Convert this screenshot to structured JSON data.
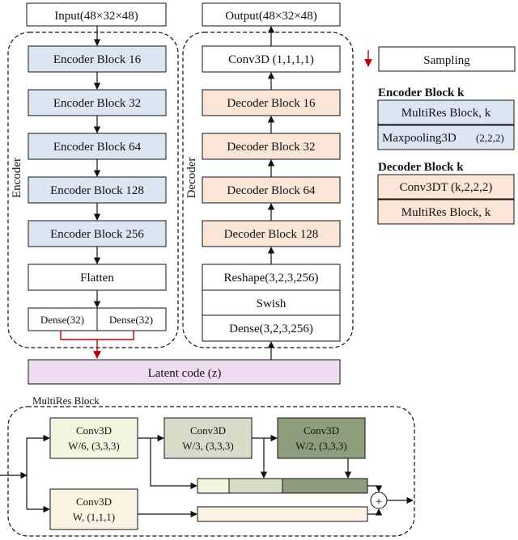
{
  "colors": {
    "encoder_fill": "#dce6f2",
    "decoder_fill": "#fbe5d6",
    "latent_fill": "#eedcf0",
    "conv_w6_fill": "#f2f5e0",
    "conv_w3_fill": "#d6dcc8",
    "conv_w2_fill": "#8e9e7c",
    "conv_w_fill": "#fdf3e3",
    "sampling_arrow": "#c00000",
    "line": "#111111"
  },
  "input": "Input(48×32×48)",
  "output": "Output(48×32×48)",
  "encoder": {
    "label": "Encoder",
    "blocks": [
      "Encoder Block 16",
      "Encoder Block 32",
      "Encoder Block 64",
      "Encoder Block 128",
      "Encoder Block 256"
    ],
    "flatten": "Flatten",
    "dense_mu": "Dense(32)",
    "dense_sigma": "Dense(32)"
  },
  "decoder": {
    "label": "Decoder",
    "conv": "Conv3D (1,1,1,1)",
    "blocks": [
      "Decoder Block 16",
      "Decoder Block 32",
      "Decoder Block 64",
      "Decoder Block 128"
    ],
    "reshape": "Reshape(3,2,3,256)",
    "swish": "Swish",
    "dense": "Dense(3,2,3,256)"
  },
  "latent": "Latent code (z)",
  "legend": {
    "sampling": "Sampling",
    "encoder_title": "Encoder Block  k",
    "encoder_item1": "MultiRes Block, k",
    "encoder_item2_main": "Maxpooling3D",
    "encoder_item2_param": "(2,2,2)",
    "decoder_title": "Decoder Block  k",
    "decoder_item1": "Conv3DT (k,2,2,2)",
    "decoder_item2": "MultiRes Block, k"
  },
  "multires": {
    "title": "MultiRes Block",
    "conv_w6": [
      "Conv3D",
      "W/6, (3,3,3)"
    ],
    "conv_w3": [
      "Conv3D",
      "W/3, (3,3,3)"
    ],
    "conv_w2": [
      "Conv3D",
      "W/2, (3,3,3)"
    ],
    "conv_w": [
      "Conv3D",
      "W, (1,1,1)"
    ],
    "add_symbol": "+"
  }
}
